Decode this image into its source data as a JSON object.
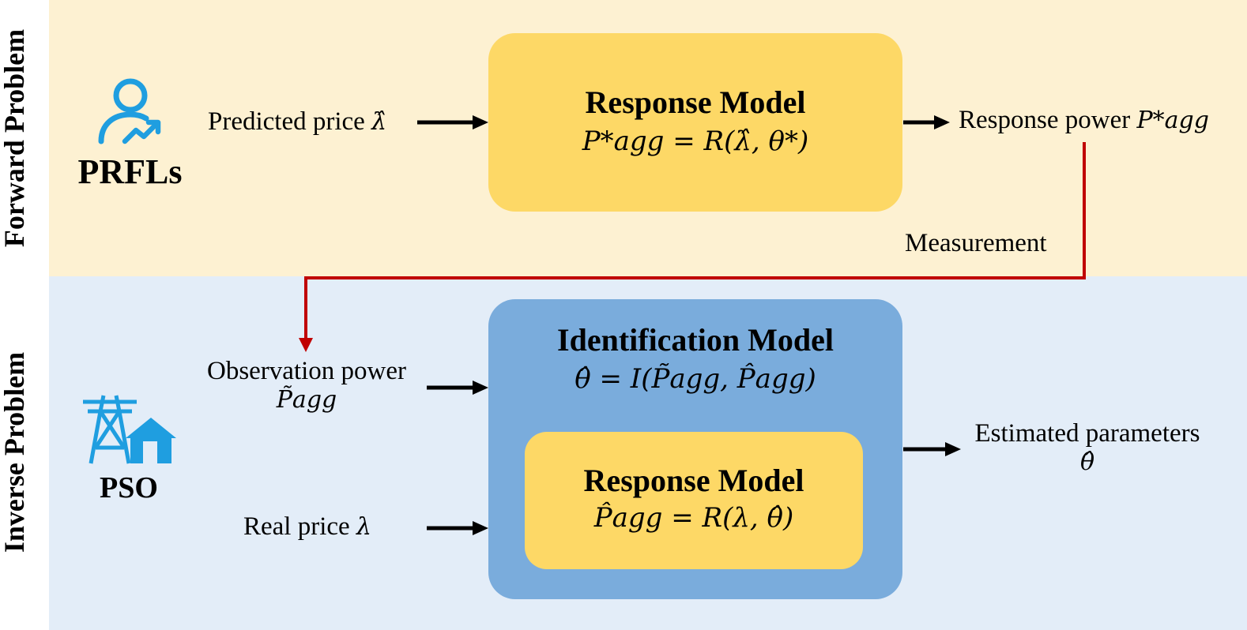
{
  "side_labels": {
    "forward": "Forward Problem",
    "inverse": "Inverse Problem"
  },
  "actors": {
    "prfl": {
      "name": "PRFLs",
      "icon": "user-growth-icon"
    },
    "pso": {
      "name": "PSO",
      "icon": "power-tower-house-icon"
    }
  },
  "forward": {
    "input_label": "Predicted price",
    "input_symbol": "λ̂",
    "box_title": "Response Model",
    "box_formula": "P*agg = R(λ̂, θ*)",
    "output_label": "Response power",
    "output_symbol": "P*agg",
    "measurement_label": "Measurement"
  },
  "inverse": {
    "observation_label": "Observation power",
    "observation_symbol": "P̃agg",
    "real_price_label": "Real price",
    "real_price_symbol": "λ",
    "ident_title": "Identification Model",
    "ident_formula": "θ̂ = I(P̃agg, P̂agg)",
    "inner_title": "Response Model",
    "inner_formula": "P̂agg = R(λ, θ̂)",
    "output_label": "Estimated parameters",
    "output_symbol": "θ̂"
  },
  "colors": {
    "forward_band": "#fdf1d2",
    "inverse_band": "#e3edf8",
    "response_box": "#fdd866",
    "ident_box": "#7aacdc",
    "icon_blue": "#1f9ee0",
    "measurement_arrow": "#c00000"
  }
}
